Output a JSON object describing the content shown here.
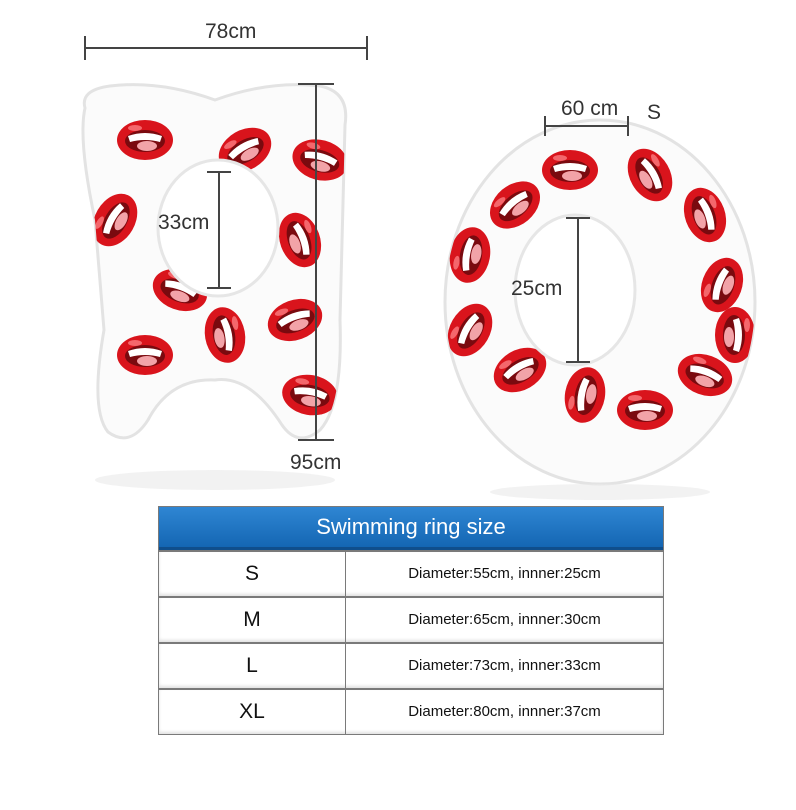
{
  "dimensions": {
    "tooth_width": "78cm",
    "tooth_hole": "33cm",
    "tooth_height": "95cm",
    "ring_outer": "60 cm",
    "ring_size_letter": "S",
    "ring_inner": "25cm"
  },
  "colors": {
    "lip_red": "#d9141c",
    "table_header_blue": "#1f76c6",
    "dimension_line": "#444444"
  },
  "table": {
    "title": "Swimming ring size",
    "rows": [
      {
        "size": "S",
        "desc": "Diameter:55cm, innner:25cm"
      },
      {
        "size": "M",
        "desc": "Diameter:65cm, innner:30cm"
      },
      {
        "size": "L",
        "desc": "Diameter:73cm, innner:33cm"
      },
      {
        "size": "XL",
        "desc": "Diameter:80cm, innner:37cm"
      }
    ]
  }
}
